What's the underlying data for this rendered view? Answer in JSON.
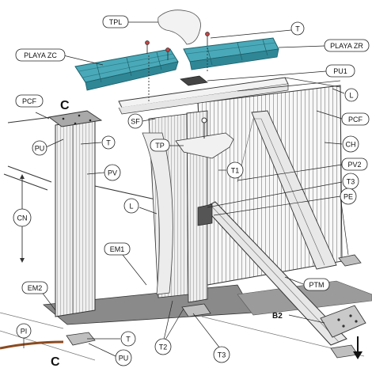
{
  "labels": {
    "tpl": "TPL",
    "t_top": "T",
    "playa_zc": "PLAYA ZC",
    "playa_zr": "PLAYA ZR",
    "pu1": "PU1",
    "l_top": "L",
    "pcf_left": "PCF",
    "c_top": "C",
    "pu_left": "PU",
    "t_left": "T",
    "sf": "SF",
    "pcf_right": "PCF",
    "ch": "CH",
    "tp": "TP",
    "t1": "T1",
    "pv2": "PV2",
    "pv": "PV",
    "t3_top": "T3",
    "pe": "PE",
    "cn": "CN",
    "l_mid": "L",
    "em1": "EM1",
    "em2": "EM2",
    "ptm": "PTM",
    "b2": "B2",
    "pi": "PI",
    "t_bottom": "T",
    "pu_bottom": "PU",
    "t2": "T2",
    "t3_bottom": "T3",
    "c_bottom": "C"
  },
  "colors": {
    "playa": "#4aa9b8",
    "line": "#333333",
    "panel": "#f4f4f4",
    "floor": "#8a8a8a",
    "plate": "#bfbfbf"
  }
}
